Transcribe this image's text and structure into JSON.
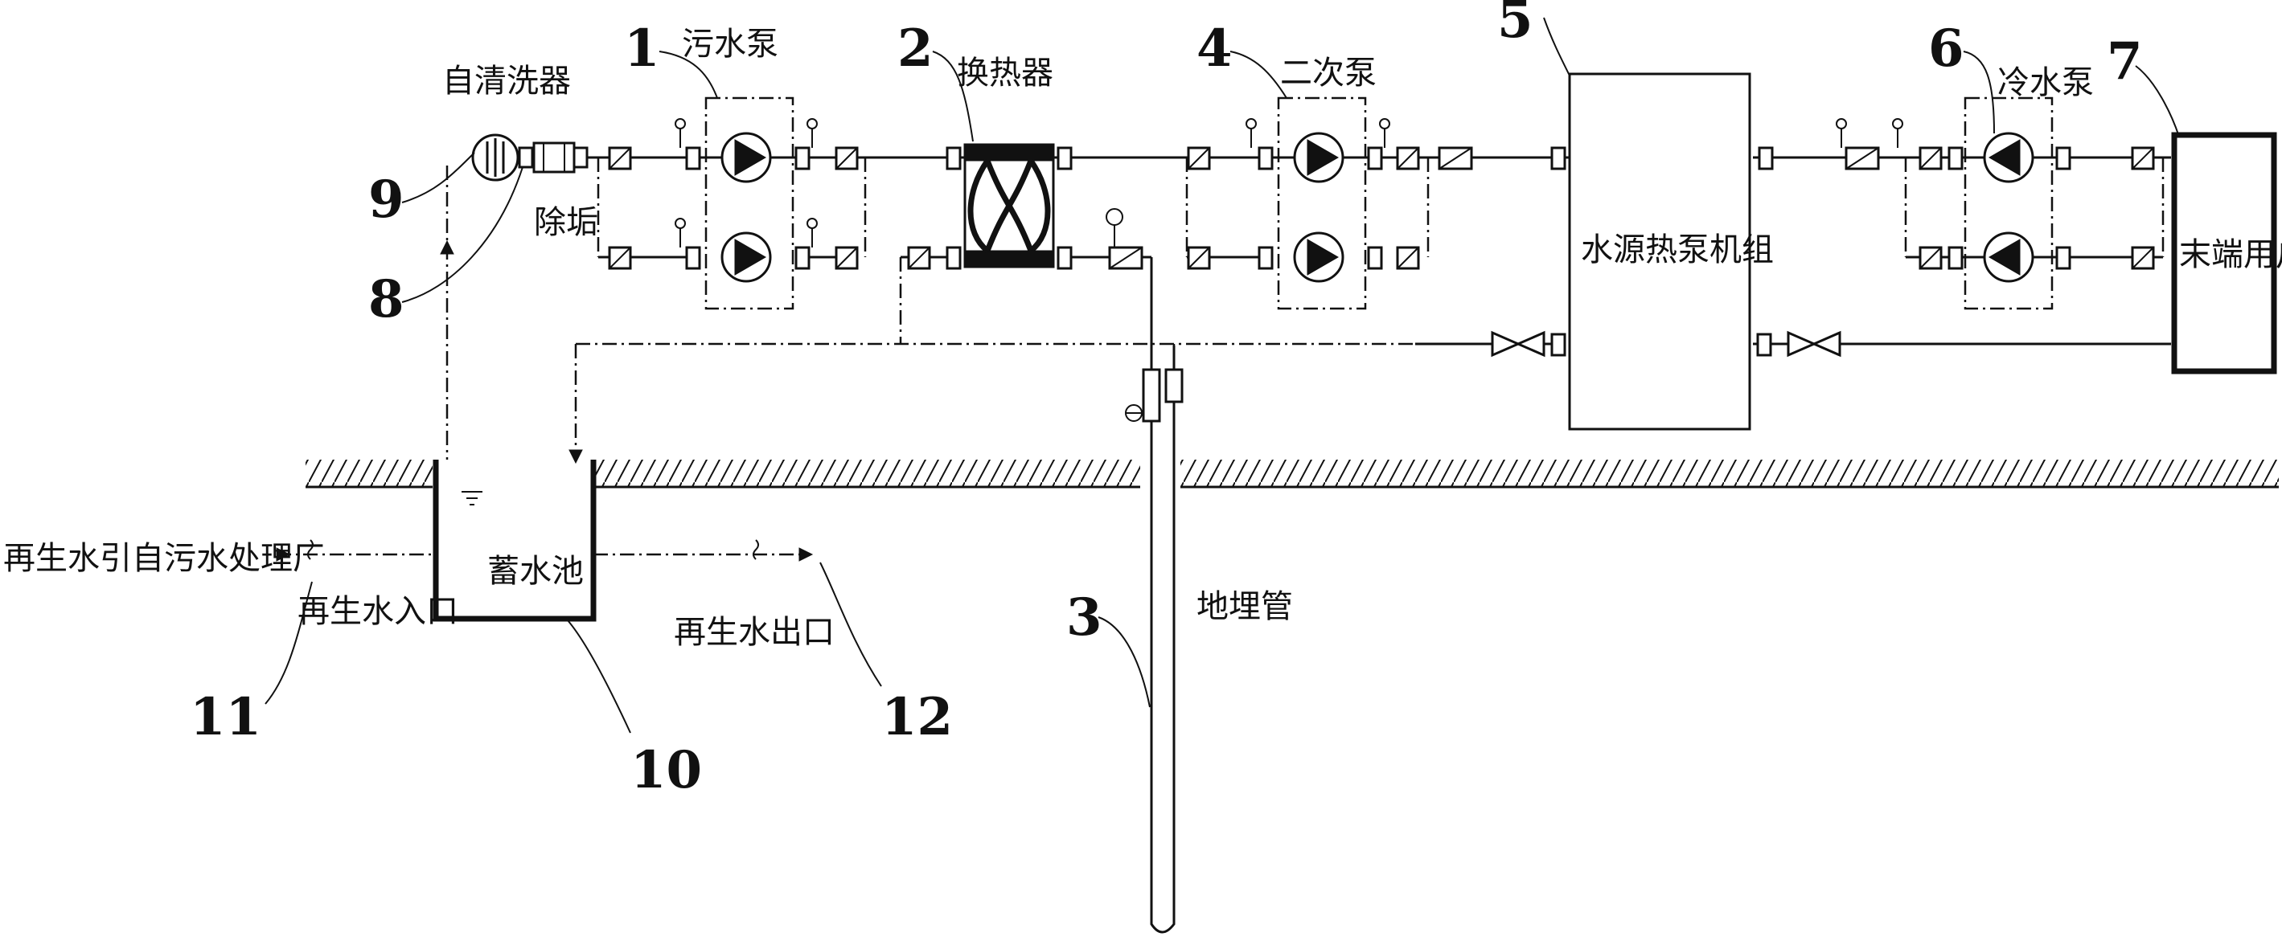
{
  "labels": {
    "self_cleaner": "自清洗器",
    "sewage_pump": "污水泵",
    "heat_exchanger": "换热器",
    "secondary_pump": "二次泵",
    "heat_pump_unit": "水源热泵机组",
    "cold_water_pump": "冷水泵",
    "end_user": "末端用户",
    "descaling": "除垢",
    "pool": "蓄水池",
    "reclaimed_inlet_source": "再生水引自污水处理厂",
    "reclaimed_inlet": "再生水入口",
    "reclaimed_outlet": "再生水出口",
    "buried_pipe": "地埋管"
  },
  "numbers": {
    "n1": "1",
    "n2": "2",
    "n3": "3",
    "n4": "4",
    "n5": "5",
    "n6": "6",
    "n7": "7",
    "n8": "8",
    "n9": "9",
    "n10": "10",
    "n11": "11",
    "n12": "12"
  }
}
